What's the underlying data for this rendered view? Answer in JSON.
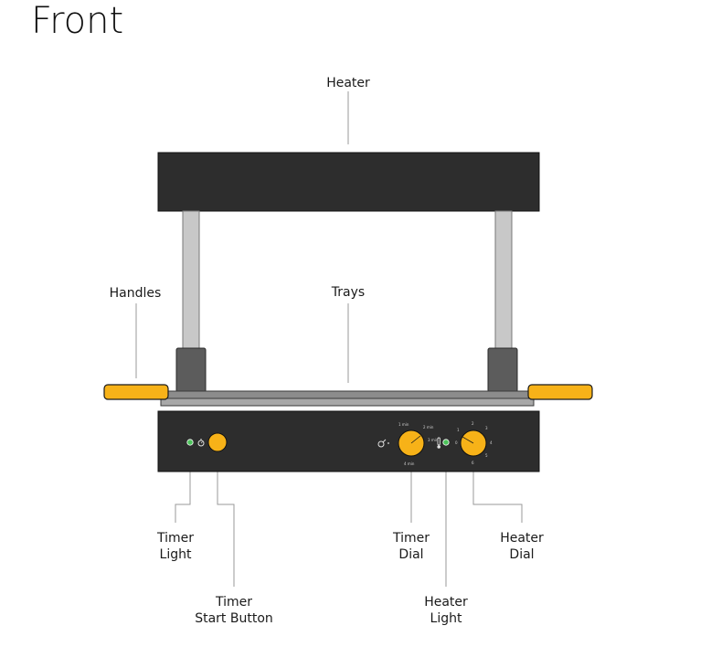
{
  "title": "Front",
  "labels": {
    "heater": "Heater",
    "handles": "Handles",
    "trays": "Trays",
    "timer_light": [
      "Timer",
      "Light"
    ],
    "timer_start_button": [
      "Timer",
      "Start Button"
    ],
    "timer_dial": [
      "Timer",
      "Dial"
    ],
    "heater_light": [
      "Heater",
      "Light"
    ],
    "heater_dial": [
      "Heater",
      "Dial"
    ]
  },
  "timer_dial_ticks": [
    "1 min",
    "2 min",
    "3 min",
    "4 min"
  ],
  "heater_dial_ticks": [
    "0",
    "1",
    "2",
    "3",
    "4",
    "5",
    "6"
  ],
  "colors": {
    "body": "#2d2d2d",
    "accent": "#f7b218",
    "pole": "#c8c8c8",
    "pole_base": "#5c5c5c",
    "tray": "#8c8c8c",
    "indicator": "#4cc35a",
    "leader": "#9a9a9a"
  },
  "icons": {
    "timer_symbol": "stopwatch-icon",
    "heater_symbol": "thermometer-icon"
  }
}
